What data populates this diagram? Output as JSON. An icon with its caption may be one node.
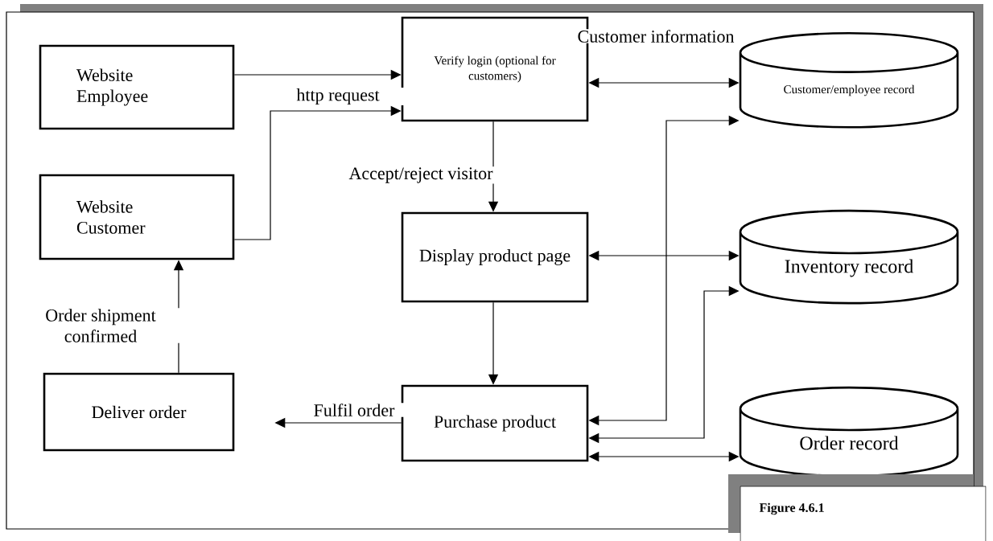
{
  "diagram": {
    "caption": "Figure 4.6.1",
    "nodes": [
      {
        "text": [
          "Website Employee"
        ]
      },
      {
        "text": [
          "Website Customer"
        ]
      },
      {
        "text": [
          "Deliver order"
        ]
      },
      {
        "text": [
          "Verify login (optional for customers)"
        ]
      },
      {
        "text": [
          "Display product page"
        ]
      },
      {
        "text": [
          "Purchase product"
        ]
      },
      {
        "text": [
          "Customer/employee record"
        ]
      },
      {
        "text": [
          "Inventory record"
        ]
      },
      {
        "text": [
          "Order record"
        ]
      }
    ],
    "edges": [
      {
        "from": 0,
        "to": 3,
        "arrow": "to"
      },
      {
        "from": 1,
        "to": 3,
        "arrow": "to",
        "label": "http request"
      },
      {
        "from": 3,
        "to": 6,
        "arrow": "both",
        "label": "Customer information"
      },
      {
        "from": 3,
        "to": 4,
        "arrow": "to",
        "label": "Accept/reject visitor"
      },
      {
        "from": 4,
        "to": 7,
        "arrow": "both"
      },
      {
        "from": 4,
        "to": 5,
        "arrow": "to"
      },
      {
        "from": 5,
        "to": 6,
        "arrow": "both"
      },
      {
        "from": 5,
        "to": 7,
        "arrow": "both"
      },
      {
        "from": 5,
        "to": 8,
        "arrow": "both"
      },
      {
        "from": 5,
        "to": 2,
        "arrow": "to",
        "label": "Fulfil order"
      },
      {
        "from": 2,
        "to": 1,
        "arrow": "to",
        "label": "Order shipment confirmed"
      }
    ]
  }
}
